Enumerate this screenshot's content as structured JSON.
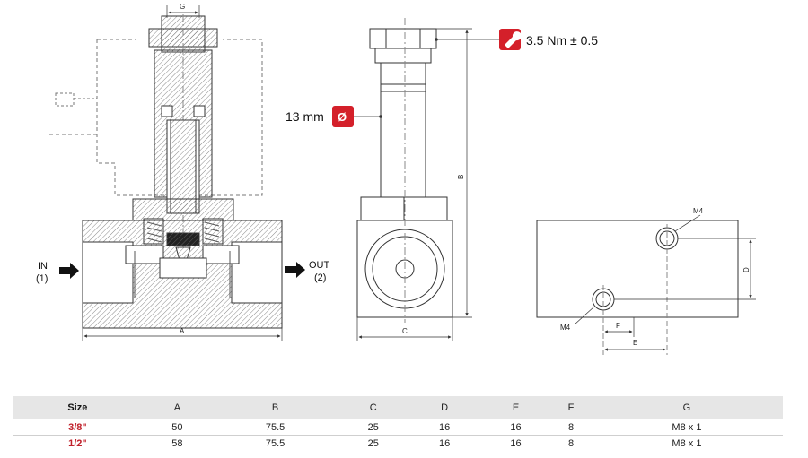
{
  "annotations": {
    "torque": "3.5 Nm ± 0.5",
    "diameter": "13 mm",
    "diameter_symbol": "Ø",
    "inlet_label": "IN",
    "inlet_port": "(1)",
    "outlet_label": "OUT",
    "outlet_port": "(2)"
  },
  "dimension_labels": {
    "a": "A",
    "b": "B",
    "c": "C",
    "d": "D",
    "e": "E",
    "f": "F",
    "g": "G",
    "m4_top": "M4",
    "m4_bottom": "M4"
  },
  "colors": {
    "accent": "#d4202a",
    "line": "#333333",
    "hatch": "#666666",
    "table_header": "#e6e6e6"
  },
  "icons": {
    "wrench": "wrench-icon",
    "diameter": "diameter-icon",
    "flow_arrow": "arrow-right-icon"
  },
  "table": {
    "headers": [
      "Size",
      "A",
      "B",
      "C",
      "D",
      "E",
      "F",
      "G"
    ],
    "rows": [
      {
        "size": "3/8\"",
        "cells": [
          "50",
          "75.5",
          "25",
          "16",
          "16",
          "8",
          "M8 x 1"
        ]
      },
      {
        "size": "1/2\"",
        "cells": [
          "58",
          "75.5",
          "25",
          "16",
          "16",
          "8",
          "M8 x 1"
        ]
      }
    ]
  }
}
